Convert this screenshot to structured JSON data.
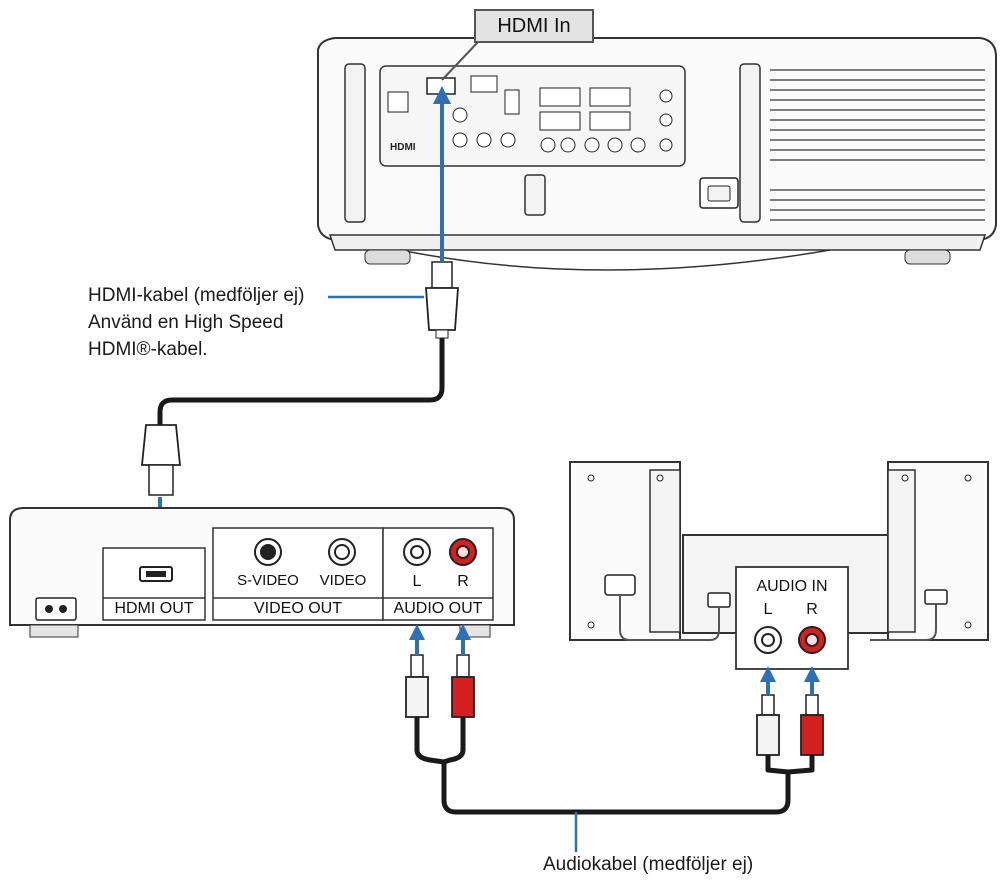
{
  "labels": {
    "hdmi_in": "HDMI In",
    "hdmi_cable_1": "HDMI-kabel (medföljer ej)",
    "hdmi_cable_2": "Använd en High Speed",
    "hdmi_cable_3": "HDMI®-kabel.",
    "audio_cable": "Audiokabel (medföljer ej)"
  },
  "source_device": {
    "hdmi_out": "HDMI OUT",
    "s_video": "S-VIDEO",
    "video": "VIDEO",
    "video_out": "VIDEO OUT",
    "audio_l": "L",
    "audio_r": "R",
    "audio_out": "AUDIO OUT"
  },
  "speakers": {
    "audio_in": "AUDIO IN",
    "audio_l": "L",
    "audio_r": "R"
  },
  "projector": {
    "hdmi_logo": "HDMI"
  },
  "colors": {
    "arrow": "#2e6fb5",
    "cable": "#1a1a1a",
    "red_plug": "#d62020",
    "white_plug": "#f4f4f4"
  }
}
